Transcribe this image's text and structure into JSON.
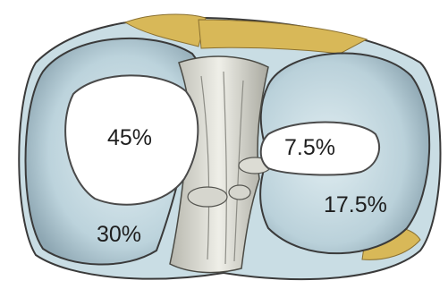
{
  "labels": {
    "left_inner": "45%",
    "left_outer": "30%",
    "right_inner": "7.5%",
    "right_outer": "17.5%"
  },
  "colors": {
    "meniscus_light": "#cfe2e9",
    "meniscus_mid": "#a9c4cf",
    "meniscus_shadow": "#7f98a5",
    "bone_yellow": "#d8b858",
    "ligament_white": "#e4e4dc",
    "ligament_shadow": "#9b9b94",
    "outline": "#3a3a3a",
    "text": "#1e1e1e"
  }
}
